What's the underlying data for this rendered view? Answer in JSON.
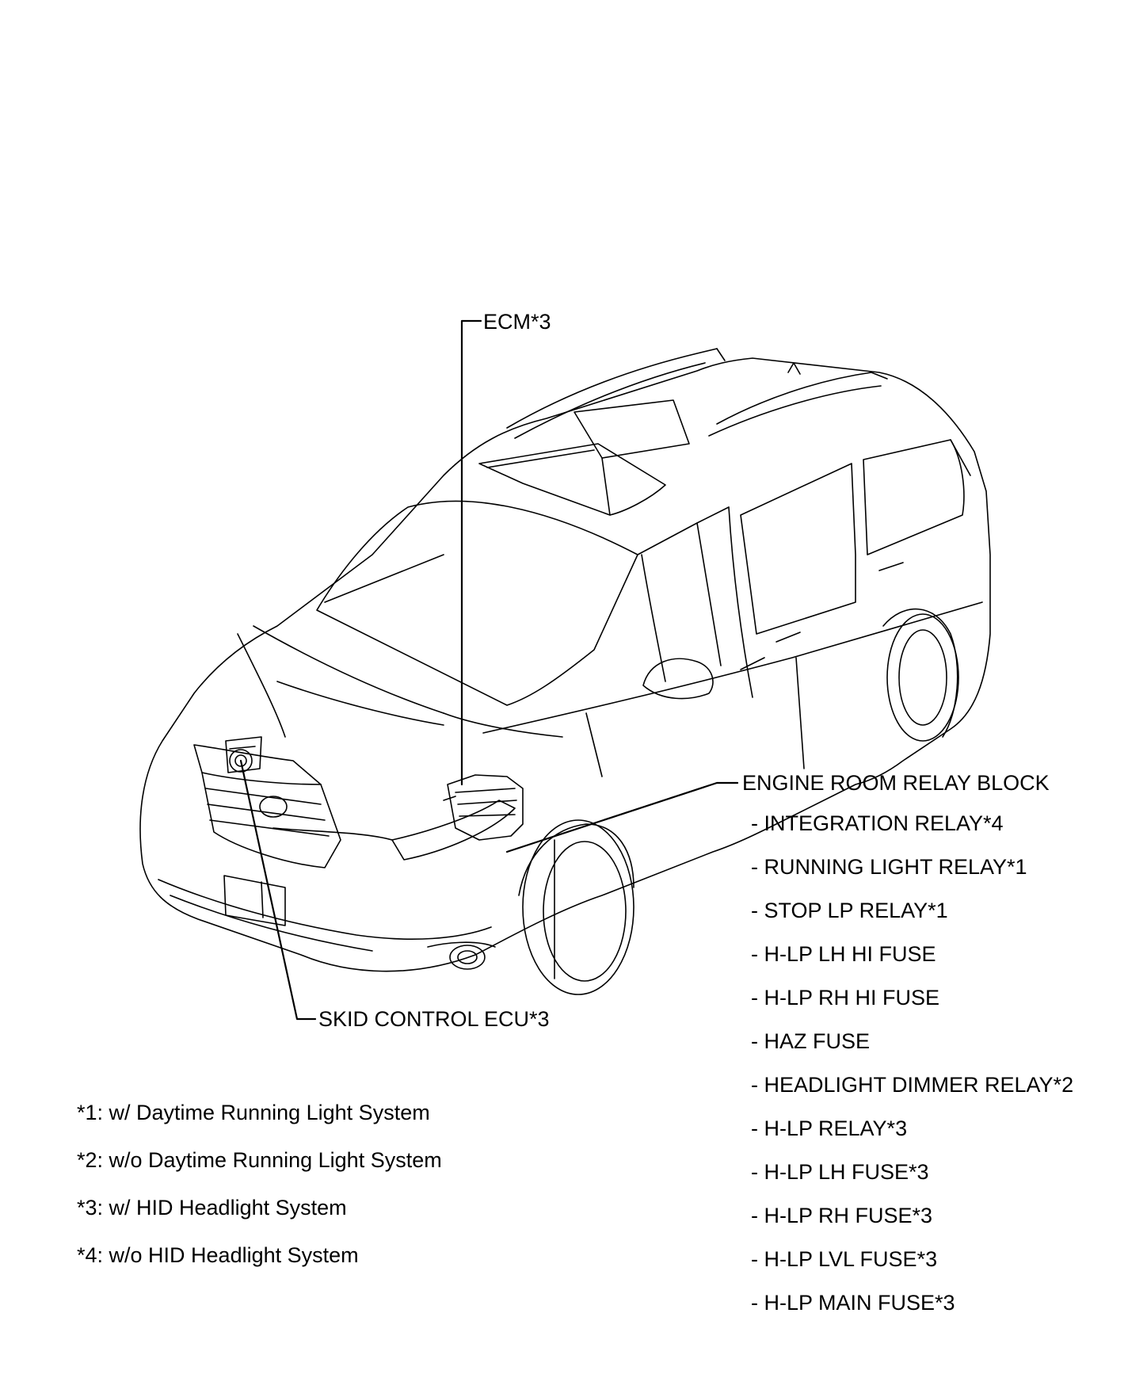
{
  "labels": {
    "ecm": "ECM*3",
    "engine_room_relay_block": "ENGINE ROOM RELAY BLOCK",
    "skid_control_ecu": "SKID CONTROL ECU*3"
  },
  "relay_block_items": [
    "- INTEGRATION RELAY*4",
    "- RUNNING LIGHT RELAY*1",
    "- STOP LP RELAY*1",
    "- H-LP LH HI FUSE",
    "- H-LP RH HI FUSE",
    "- HAZ FUSE",
    "- HEADLIGHT DIMMER RELAY*2",
    "- H-LP RELAY*3",
    "- H-LP LH FUSE*3",
    "- H-LP RH FUSE*3",
    "- H-LP LVL FUSE*3",
    "- H-LP MAIN FUSE*3"
  ],
  "notes": [
    "*1: w/ Daytime Running Light System",
    "*2: w/o Daytime Running Light System",
    "*3: w/ HID Headlight System",
    "*4: w/o HID Headlight System"
  ],
  "illustration": {
    "subject": "minivan line drawing",
    "stroke_color": "#000000",
    "background_color": "#ffffff"
  }
}
